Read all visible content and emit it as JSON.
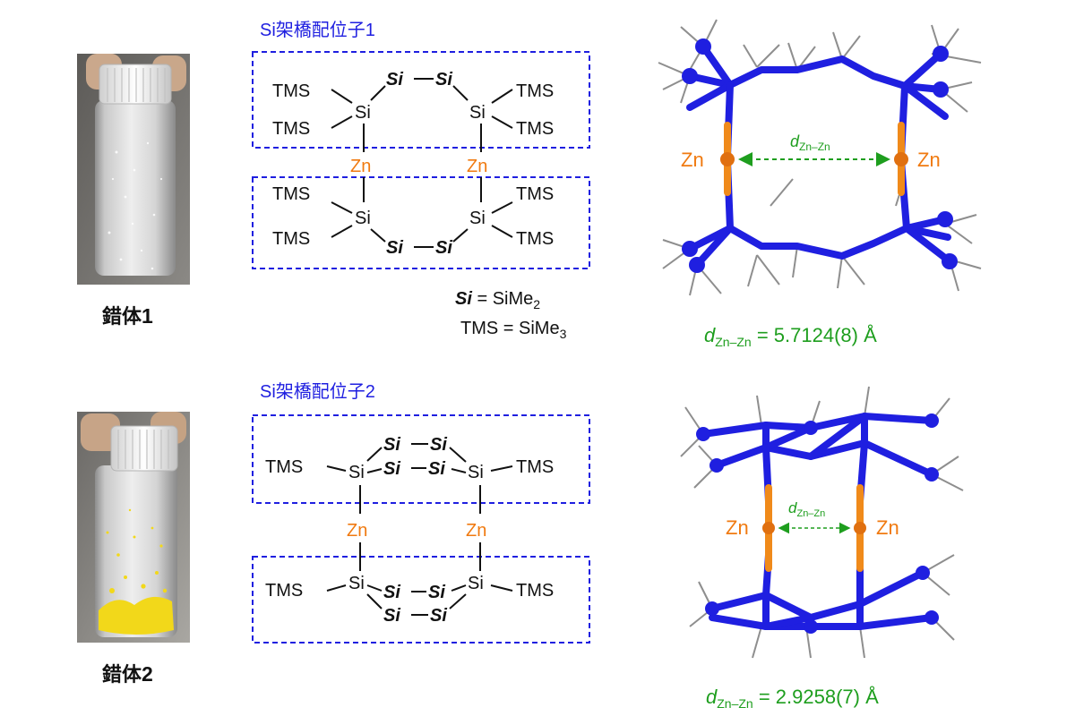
{
  "colors": {
    "blue": "#1f1fe0",
    "orange": "#f07a10",
    "green": "#1e9e1e",
    "black": "#111111",
    "gray": "#9a9a9a",
    "vial_yellow": "#f2d81a"
  },
  "rows": [
    {
      "complex_label": "錯体",
      "complex_number": "1",
      "vial_contents": "colorless",
      "ligand_title": "Si架橋配位子1",
      "metal_left": "Zn",
      "metal_right": "Zn",
      "group": "TMS",
      "ring_atom": "Si",
      "bridge_unit": "Si",
      "legend": {
        "si_symbol": "Si",
        "si_rest": " = SiMe",
        "si_sub": "2",
        "tms_rest": "TMS = SiMe",
        "tms_sub": "3"
      },
      "structure": {
        "metal_left": "Zn",
        "metal_right": "Zn",
        "distance_symbol": "d",
        "distance_sub": "Zn–Zn",
        "distance_value": " = 5.7124(8) Å"
      }
    },
    {
      "complex_label": "錯体",
      "complex_number": "2",
      "vial_contents": "yellow",
      "ligand_title": "Si架橋配位子2",
      "metal_left": "Zn",
      "metal_right": "Zn",
      "group": "TMS",
      "ring_atom": "Si",
      "bridge_unit": "Si",
      "structure": {
        "metal_left": "Zn",
        "metal_right": "Zn",
        "distance_symbol": "d",
        "distance_sub": "Zn–Zn",
        "distance_value": " = 2.9258(7) Å"
      }
    }
  ]
}
